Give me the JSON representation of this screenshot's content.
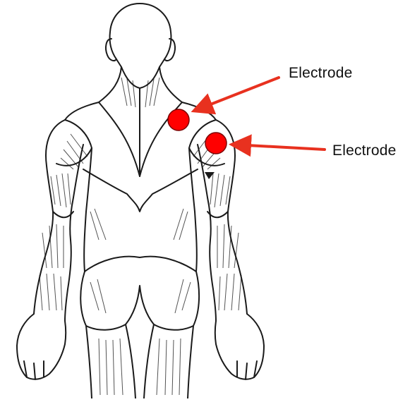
{
  "annotations": [
    {
      "label": "Electrode"
    },
    {
      "label": "Electrode"
    }
  ],
  "colors": {
    "electrode": "#ff0000",
    "electrode_outline": "#7a0000",
    "arrow": "#e8311f",
    "line_art": "#1a1a1a"
  },
  "figure": {
    "subject": "posterior-muscular-anatomy",
    "electrode_count": 2
  }
}
